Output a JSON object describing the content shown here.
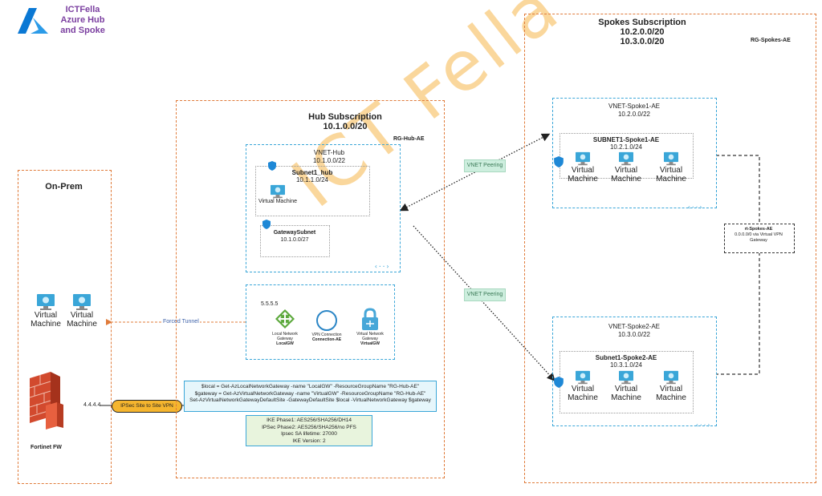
{
  "logo": {
    "line1": "ICTFella",
    "line2": "Azure Hub",
    "line3": "and Spoke",
    "brand_color": "#7b3fa0",
    "azure_color": "#0a78d4"
  },
  "onprem": {
    "title": "On-Prem",
    "vm1": {
      "line1": "Virtual",
      "line2": "Machine"
    },
    "vm2": {
      "line1": "Virtual",
      "line2": "Machine"
    },
    "firewall_label": "Fortinet FW",
    "public_ip": "4.4.4.4"
  },
  "hub": {
    "title": "Hub Subscription",
    "cidr": "10.1.0.0/20",
    "rg": "RG-Hub-AE",
    "vnet": {
      "name": "VNET-Hub",
      "cidr": "10.1.0.0/22"
    },
    "subnet1": {
      "name": "Subnet1_hub",
      "cidr": "10.1.1.0/24",
      "vm_label": "Virtual Machine"
    },
    "gwsubnet": {
      "name": "GatewaySubnet",
      "cidr": "10.1.0.0/27"
    },
    "gw_ip": "5.5.5.5",
    "lng": {
      "line1": "Local Network",
      "line2": "Gateway",
      "name": "LocalGW"
    },
    "vpnconn": {
      "line1": "VPN Connection",
      "name": "Connection-AE"
    },
    "vng": {
      "line1": "Virtual Network",
      "line2": "Gateway",
      "name": "VirtualGW"
    },
    "ps": {
      "line1": "$local = Get-AzLocalNetworkGateway -name \"LocalGW\" -ResourceGroupName \"RG-Hub-AE\"",
      "line2": "$gateway = Get-AzVirtualNetworkGateway -name \"VirtualGW\" -ResourceGroupName \"RG-Hub-AE\"",
      "line3": "Set-AzVirtualNetworkGatewayDefaultSite -GatewayDefaultSite $local -VirtualNetworkGateway $gateway"
    },
    "ike": {
      "line1": "IKE Phase1: AES256/SHA256/DH14",
      "line2": "IPSec Phase2: AES256/SHA256/no PFS",
      "line3": "Ipsec SA lifetime: 27000",
      "line4": "IKE Version: 2"
    }
  },
  "spokes": {
    "title": "Spokes Subscription",
    "cidr1": "10.2.0.0/20",
    "cidr2": "10.3.0.0/20",
    "rg": "RG-Spokes-AE",
    "spoke1": {
      "vnet_name": "VNET-Spoke1-AE",
      "vnet_cidr": "10.2.0.0/22",
      "subnet_name": "SUBNET1-Spoke1-AE",
      "subnet_cidr": "10.2.1.0/24",
      "vms": [
        {
          "line1": "Virtual",
          "line2": "Machine"
        },
        {
          "line1": "Virtual",
          "line2": "Machine"
        },
        {
          "line1": "Virtual",
          "line2": "Machine"
        }
      ]
    },
    "spoke2": {
      "vnet_name": "VNET-Spoke2-AE",
      "vnet_cidr": "10.3.0.0/22",
      "subnet_name": "Subnet1-Spoke2-AE",
      "subnet_cidr": "10.3.1.0/24",
      "vms": [
        {
          "line1": "Virtual",
          "line2": "Machine"
        },
        {
          "line1": "Virtual",
          "line2": "Machine"
        },
        {
          "line1": "Virtual",
          "line2": "Machine"
        }
      ]
    },
    "route_table": {
      "name": "rt-Spokes-AE",
      "line1": "0.0.0.0/0 via Virtual VPN",
      "line2": "Gateway"
    }
  },
  "links": {
    "peering1": "VNET Peering",
    "peering2": "VNET Peering",
    "forced_tunnel": "Forced Tunnel",
    "ipsec": "IPSec Site to Site VPN"
  },
  "watermark": "ICT Fella",
  "colors": {
    "orange_border": "#e07b3a",
    "blue_border": "#3aa6d8",
    "peering_bg": "#cdeede",
    "ipsec_bg": "#f5b52e"
  }
}
